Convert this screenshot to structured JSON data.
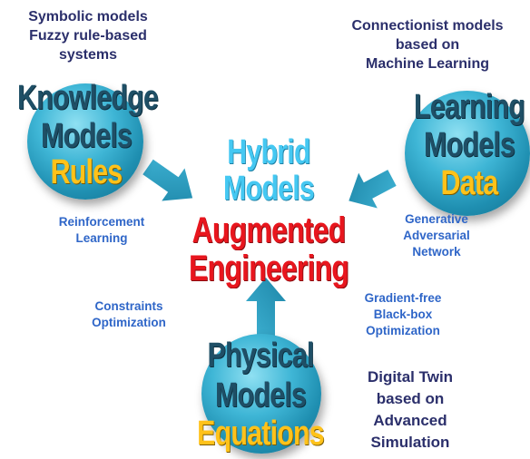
{
  "knowledge": {
    "caption": [
      "Symbolic models",
      "Fuzzy rule-based",
      "systems"
    ],
    "title1": "Knowledge",
    "title2": "Models",
    "title3": "Rules"
  },
  "learning": {
    "caption": [
      "Connectionist models",
      "based on",
      "Machine Learning"
    ],
    "title1": "Learning",
    "title2": "Models",
    "title3": "Data"
  },
  "hybrid": {
    "title1": "Hybrid",
    "title2": "Models",
    "title3": "Augmented",
    "title4": "Engineering"
  },
  "physical": {
    "caption": [
      "Digital Twin",
      "based on",
      "Advanced",
      "Simulation"
    ],
    "title1": "Physical",
    "title2": "Models",
    "title3": "Equations"
  },
  "links": {
    "reinforcement": [
      "Reinforcement",
      "Learning"
    ],
    "gan": [
      "Generative",
      "Adversarial",
      "Network"
    ],
    "constraints": [
      "Constraints",
      "Optimization"
    ],
    "gradient_free": [
      "Gradient-free",
      "Black-box",
      "Optimization"
    ]
  },
  "colors": {
    "sphere": "#2a9ec2",
    "caption": "#2b2f6b",
    "link": "#2f66c8",
    "gold": "#ffc21a",
    "red": "#e8161e",
    "cyan": "#45c8f2"
  }
}
